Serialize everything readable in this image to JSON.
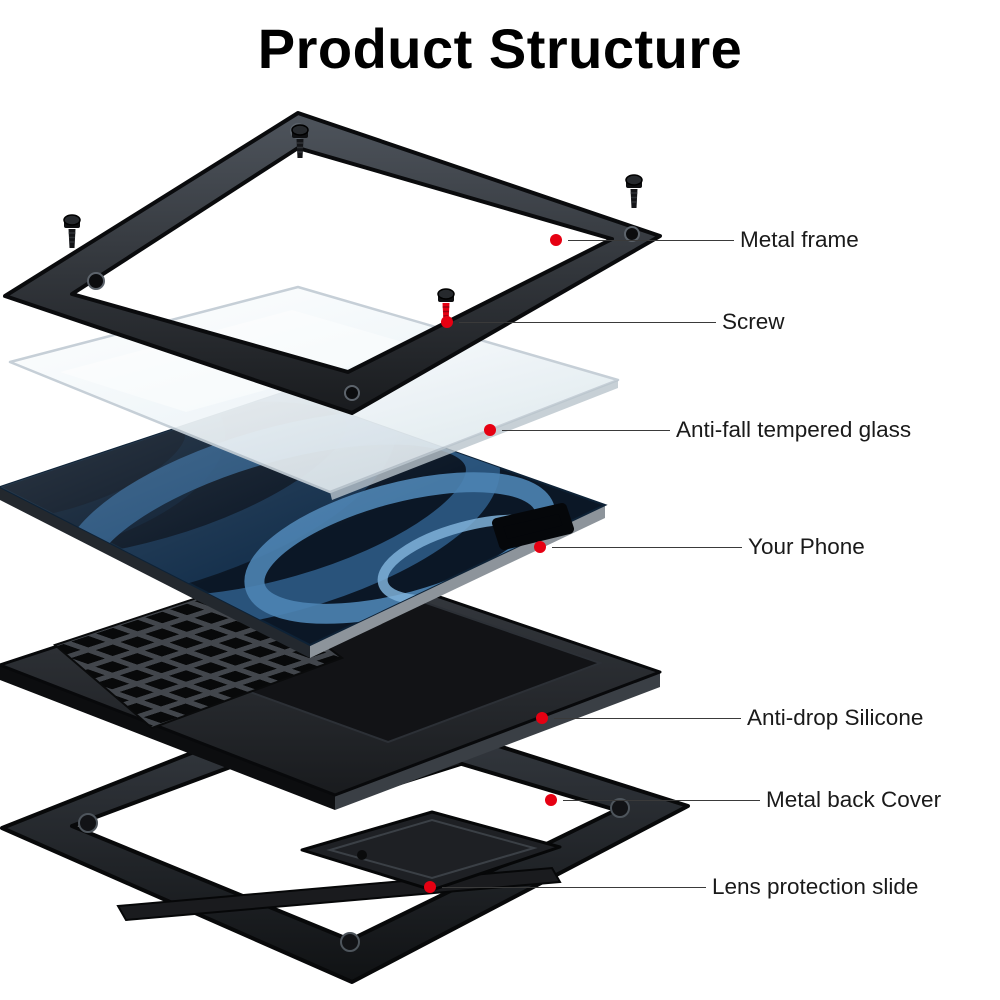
{
  "title": "Product Structure",
  "callouts": [
    {
      "label": "Metal frame"
    },
    {
      "label": "Screw"
    },
    {
      "label": "Anti-fall tempered glass"
    },
    {
      "label": "Your Phone"
    },
    {
      "label": "Anti-drop Silicone"
    },
    {
      "label": "Metal back Cover"
    },
    {
      "label": "Lens protection slide"
    }
  ],
  "colors": {
    "accent": "#e60012",
    "callout_line": "#3a3a3a",
    "text": "#1a1a1a",
    "background": "#ffffff"
  }
}
